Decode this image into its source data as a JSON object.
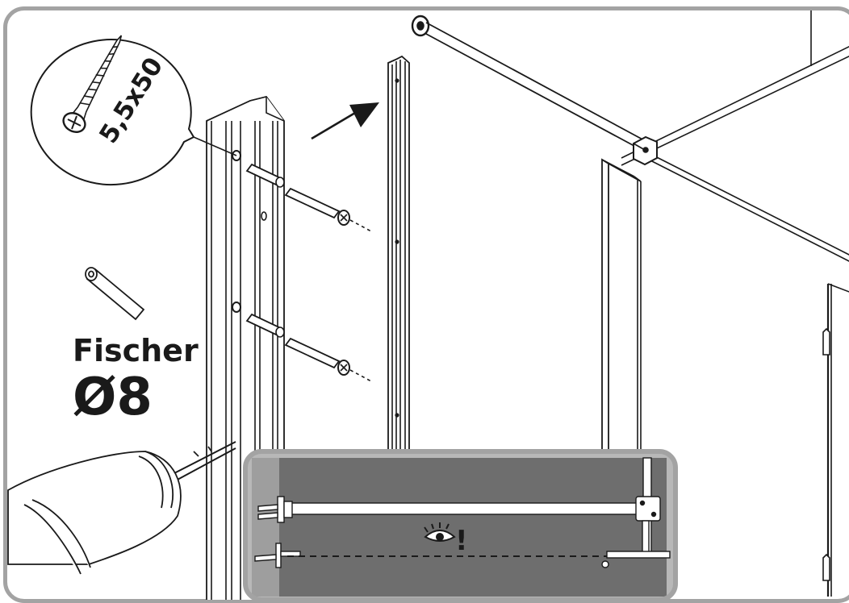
{
  "callout": {
    "screw_size": "5,5x50"
  },
  "anchor": {
    "brand": "Fischer",
    "diameter": "Ø8"
  },
  "inset": {
    "note_mark": "!"
  },
  "icons": [
    "screw-icon",
    "wall-plug-icon",
    "drill-icon",
    "eye-icon",
    "arrow-icon"
  ],
  "colors": {
    "line": "#1a1a1a",
    "inset_bg": "#6e6e6e",
    "frame": "#a3a3a3"
  }
}
